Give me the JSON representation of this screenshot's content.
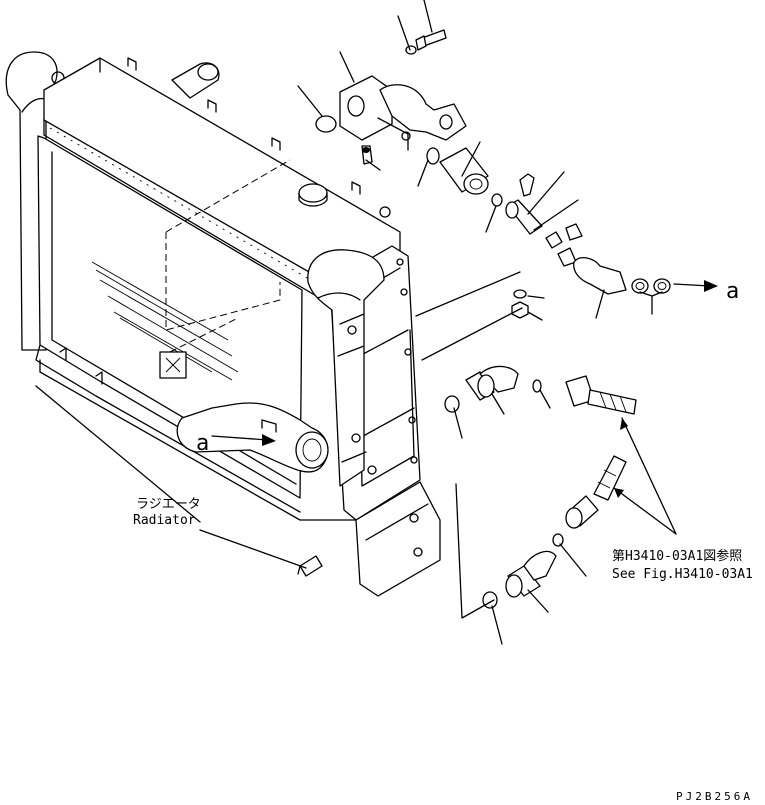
{
  "labels": {
    "radiator_jp": "ラジエータ",
    "radiator_en": "Radiator",
    "ref_jp": "第H3410-03A1図参照",
    "ref_en": "See Fig.H3410-03A1",
    "connect_a_left": "a",
    "connect_a_right": "a",
    "drawing_code": "PJ2B256A"
  },
  "colors": {
    "ink": "#000000",
    "paper": "#ffffff"
  }
}
